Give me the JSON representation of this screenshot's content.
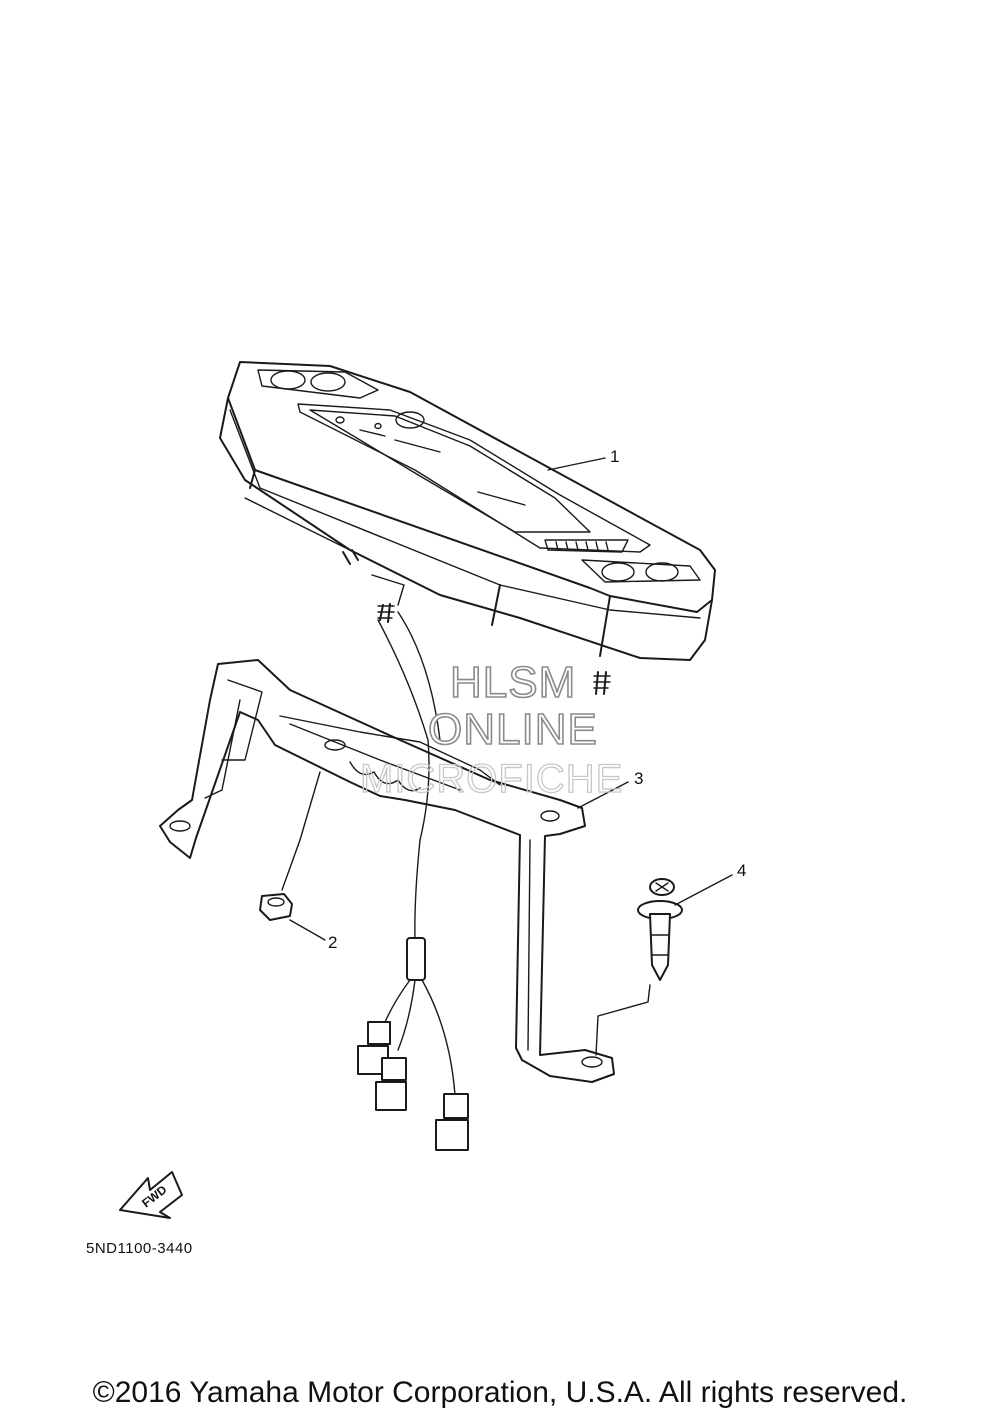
{
  "callouts": [
    {
      "number": "1"
    },
    {
      "number": "2"
    },
    {
      "number": "3"
    },
    {
      "number": "4"
    }
  ],
  "watermark": {
    "line1": "HLSM",
    "line2": "ONLINE",
    "line3": "MICROFICHE"
  },
  "fwd_arrow": {
    "label": "FWD"
  },
  "diagram_code": "5ND1100-3440",
  "copyright": "©2016 Yamaha Motor Corporation, U.S.A. All rights reserved."
}
